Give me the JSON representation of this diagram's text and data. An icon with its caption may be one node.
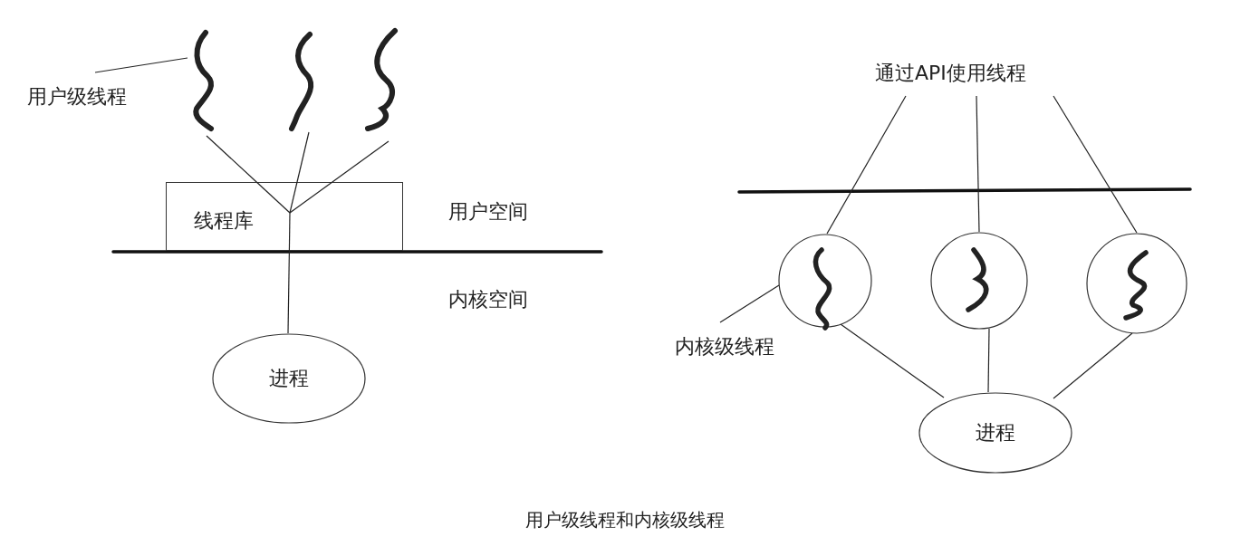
{
  "diagram": {
    "caption": "用户级线程和内核级线程",
    "nodes": [
      {
        "text": [
          "用户级线程"
        ]
      },
      {
        "text": [],
        "shape": "squiggle"
      },
      {
        "text": [],
        "shape": "squiggle"
      },
      {
        "text": [],
        "shape": "squiggle"
      },
      {
        "text": [
          "线程库"
        ]
      },
      {
        "text": [
          "进程"
        ]
      },
      {
        "text": [
          "通过API使用线程"
        ]
      },
      {
        "text": [],
        "shape": "circle"
      },
      {
        "text": [],
        "shape": "circle"
      },
      {
        "text": [],
        "shape": "circle"
      },
      {
        "text": [
          "内核级线程"
        ]
      },
      {
        "text": [
          "进程"
        ]
      }
    ],
    "edges": [
      {
        "from": 0,
        "to": 1,
        "arrow": "none"
      },
      {
        "from": 1,
        "to": 4,
        "arrow": "none"
      },
      {
        "from": 2,
        "to": 4,
        "arrow": "none"
      },
      {
        "from": 3,
        "to": 4,
        "arrow": "none"
      },
      {
        "from": 4,
        "to": 5,
        "arrow": "none"
      },
      {
        "from": 6,
        "to": 7,
        "arrow": "none"
      },
      {
        "from": 6,
        "to": 8,
        "arrow": "none"
      },
      {
        "from": 6,
        "to": 9,
        "arrow": "none"
      },
      {
        "from": 10,
        "to": 7,
        "arrow": "none"
      },
      {
        "from": 7,
        "to": 11,
        "arrow": "none"
      },
      {
        "from": 8,
        "to": 11,
        "arrow": "none"
      },
      {
        "from": 9,
        "to": 11,
        "arrow": "none"
      }
    ],
    "labels": [
      "用户空间",
      "内核空间"
    ]
  }
}
